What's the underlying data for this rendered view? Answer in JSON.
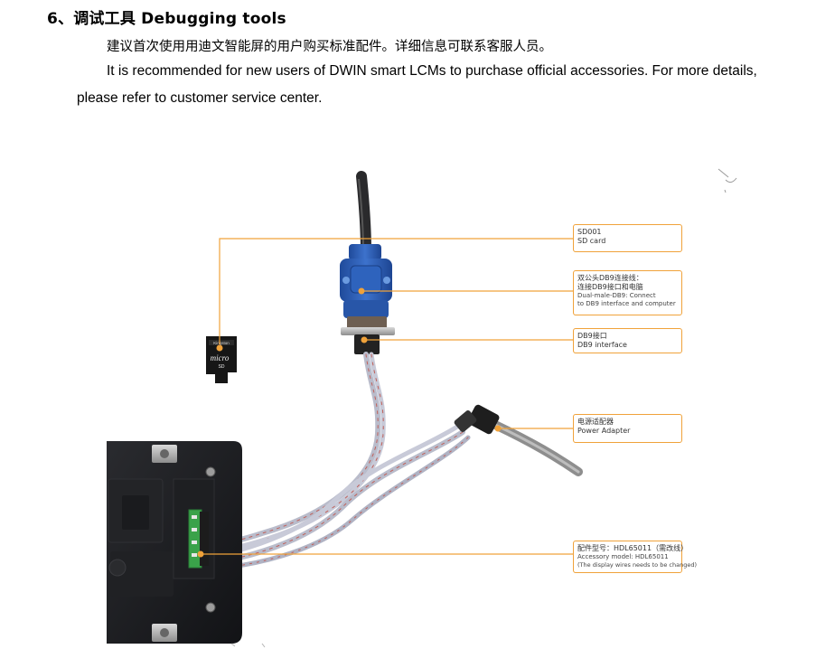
{
  "section": {
    "heading": "6、调试工具 Debugging tools",
    "para_cn": "建议首次使用用迪文智能屏的用户购买标准配件。详细信息可联系客服人员。",
    "para_en_line1": "It is recommended for new users of DWIN smart LCMs to purchase official accessories. For more details,",
    "para_en_line2": "please refer to customer service center."
  },
  "callouts": {
    "sd": {
      "line1": "SD001",
      "line2": "SD card"
    },
    "db9_cable": {
      "line1": "双公头DB9连接线：",
      "line2": "连接DB9接口和电脑",
      "line3": "Dual-male-DB9: Connect",
      "line4": "to DB9 interface and computer"
    },
    "db9_port": {
      "line1": "DB9接口",
      "line2": "DB9 interface"
    },
    "power": {
      "line1": "电源适配器",
      "line2": "Power Adapter"
    },
    "accessory": {
      "line1": "配件型号：HDL65011（需改线）",
      "line2": "Accessory model: HDL65011",
      "line3": "(The display wires needs to be changed)"
    }
  },
  "sd_card_print": {
    "brand": "Kingston",
    "logo": "micro",
    "sub": "SD"
  },
  "colors": {
    "accent": "#f0a23a",
    "cable_blue": "#2f5fb3",
    "panel": "#1b1c1f"
  }
}
